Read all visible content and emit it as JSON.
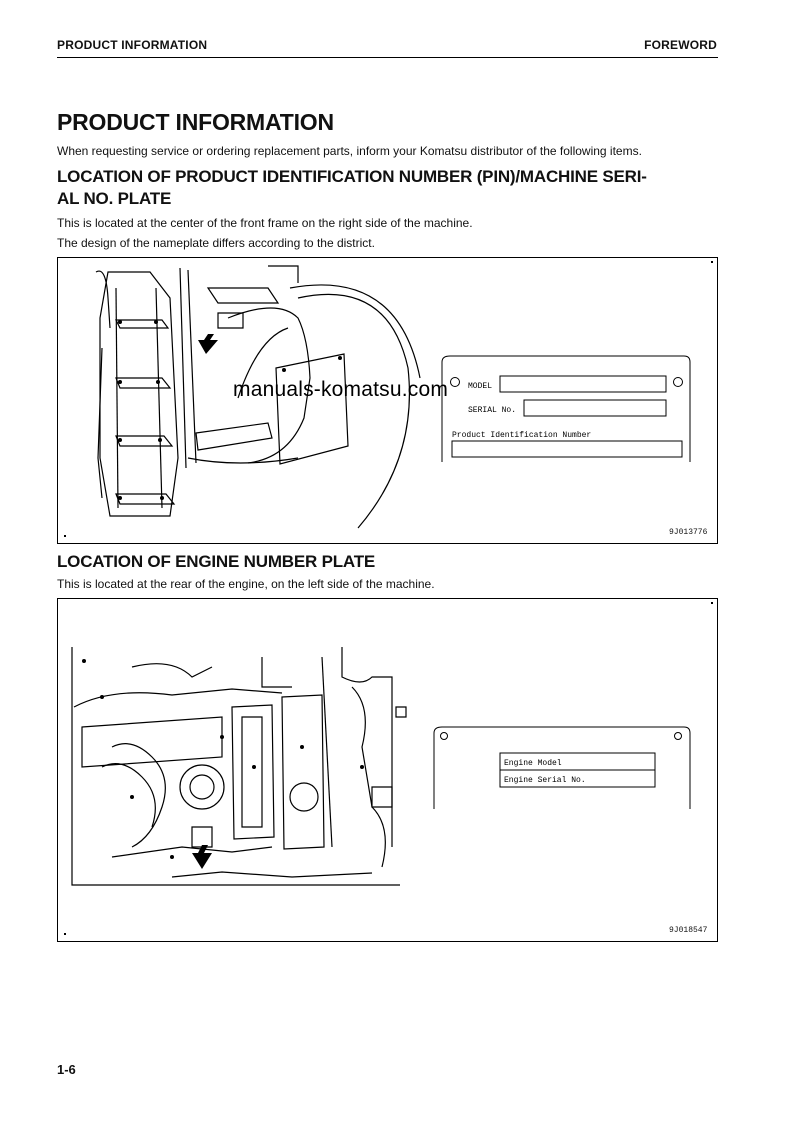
{
  "header": {
    "left": "PRODUCT INFORMATION",
    "right": "FOREWORD"
  },
  "title": "PRODUCT INFORMATION",
  "intro": "When requesting service or ordering replacement parts, inform your Komatsu distributor of the following items.",
  "pin_section": {
    "heading_line1": "LOCATION OF PRODUCT IDENTIFICATION NUMBER (PIN)/MACHINE SERI-",
    "heading_line2": "AL NO. PLATE",
    "para1": "This is located at the center of the front frame on the right side of the machine.",
    "para2": "The design of the nameplate differs according to the district.",
    "figure_id": "9J013776",
    "plate": {
      "model_label": "MODEL",
      "serial_label": "SERIAL No.",
      "pin_label": "Product Identification Number"
    }
  },
  "engine_section": {
    "heading": "LOCATION OF ENGINE NUMBER PLATE",
    "para1": "This is located at the rear of the engine, on the left side of the machine.",
    "figure_id": "9J018547",
    "plate": {
      "model_label": "Engine Model",
      "serial_label": "Engine Serial No."
    }
  },
  "watermark": "manuals-komatsu.com",
  "page_number": "1-6"
}
